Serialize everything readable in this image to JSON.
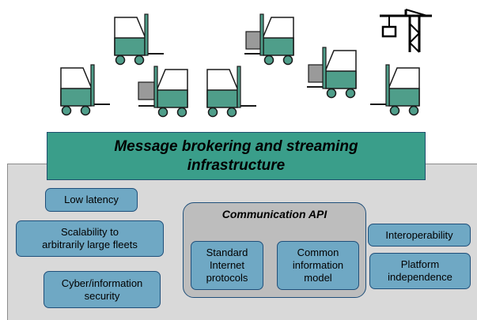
{
  "banner": {
    "line1": "Message brokering and streaming",
    "line2": "infrastructure"
  },
  "features": {
    "low_latency": "Low latency",
    "scalability_line1": "Scalability to",
    "scalability_line2": "arbitrarily large fleets",
    "cyber_line1": "Cyber/information",
    "cyber_line2": "security",
    "interoperability": "Interoperability",
    "platform_line1": "Platform",
    "platform_line2": "independence"
  },
  "api": {
    "title": "Communication API",
    "standard_line1": "Standard",
    "standard_line2": "Internet",
    "standard_line3": "protocols",
    "common_line1": "Common",
    "common_line2": "information",
    "common_line3": "model"
  },
  "colors": {
    "forklift_body": "#4f9e8a",
    "forklift_outline": "#1a1a1a",
    "crate": "#9a9a9a",
    "banner": "#3a9e8a",
    "feature_box": "#6fa8c4"
  },
  "icons": [
    "forklift-icon",
    "crane-icon"
  ]
}
